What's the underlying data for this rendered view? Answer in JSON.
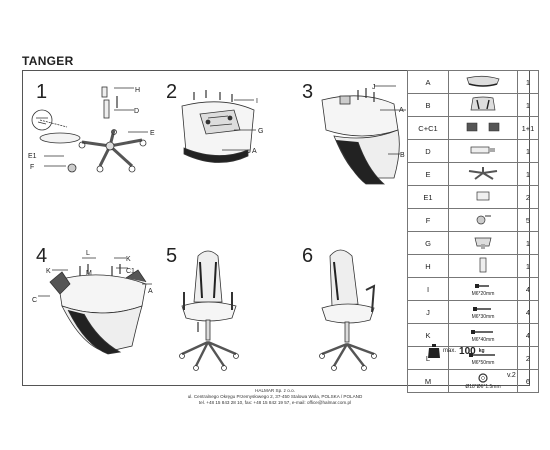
{
  "title": "TANGER",
  "steps": [
    "1",
    "2",
    "3",
    "4",
    "5",
    "6"
  ],
  "labels": {
    "s1": [
      "H",
      "D",
      "E",
      "E1",
      "F"
    ],
    "s2": [
      "I",
      "G",
      "A"
    ],
    "s3": [
      "J",
      "A",
      "B"
    ],
    "s4": [
      "L",
      "K",
      "K",
      "M",
      "C1",
      "C",
      "A"
    ]
  },
  "parts": [
    {
      "letter": "A",
      "label": "",
      "qty": "1"
    },
    {
      "letter": "B",
      "label": "",
      "qty": "1"
    },
    {
      "letter": "C+C1",
      "label": "",
      "qty": "1+1"
    },
    {
      "letter": "D",
      "label": "",
      "qty": "1"
    },
    {
      "letter": "E",
      "label": "",
      "qty": "1"
    },
    {
      "letter": "E1",
      "label": "",
      "qty": "2"
    },
    {
      "letter": "F",
      "label": "",
      "qty": "5"
    },
    {
      "letter": "G",
      "label": "",
      "qty": "1"
    },
    {
      "letter": "H",
      "label": "",
      "qty": "1"
    },
    {
      "letter": "I",
      "label": "M6*20mm",
      "qty": "4"
    },
    {
      "letter": "J",
      "label": "M6*30mm",
      "qty": "4"
    },
    {
      "letter": "K",
      "label": "M6*40mm",
      "qty": "4"
    },
    {
      "letter": "L",
      "label": "M6*50mm",
      "qty": "2"
    },
    {
      "letter": "M",
      "label": "Ø18*Ø6*1.5mm",
      "qty": "6"
    }
  ],
  "max_load": {
    "label": "max.",
    "value": "100",
    "unit": "kg"
  },
  "version": "v.2",
  "footer": [
    "HALMAR Sp. z o.o.",
    "ul. Centralnego Okręgu Przemysłowego 2, 37-450 Stalowa Wola, POLSKA / POLAND",
    "tel. +48 15 843 28 10, fax: +48 15 842 19 57, e-mail: office@halmar.com.pl"
  ]
}
